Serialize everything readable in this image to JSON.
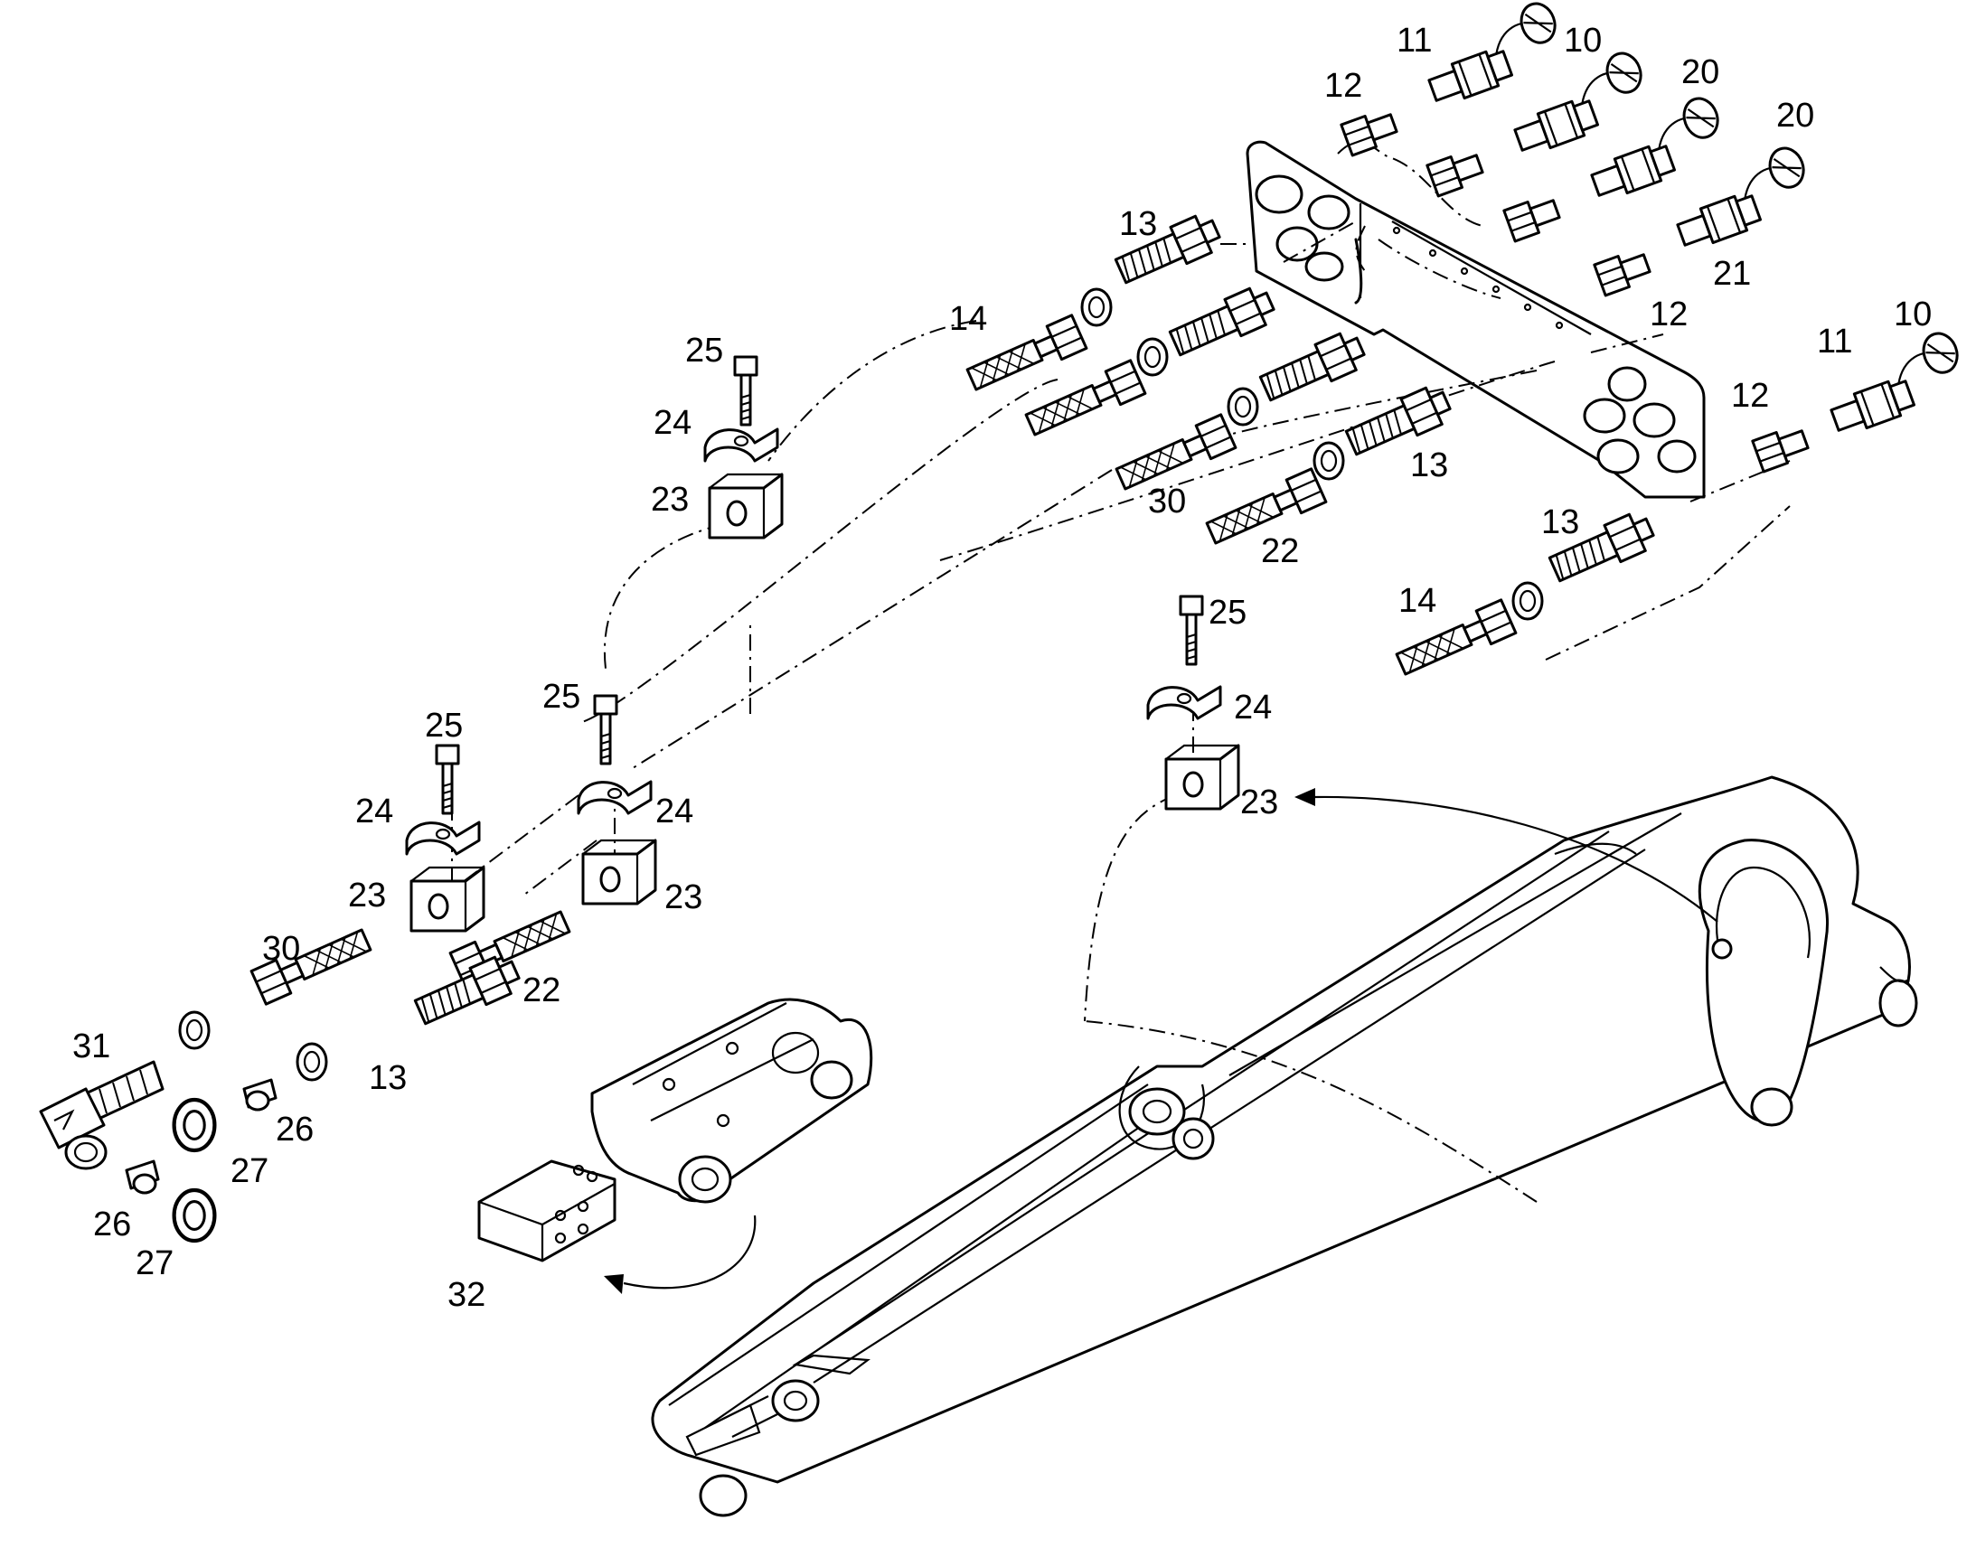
{
  "colors": {
    "line": "#000000",
    "background": "#ffffff"
  },
  "labels": {
    "l10a": "10",
    "l11a": "11",
    "l12a": "12",
    "l20a": "20",
    "l20b": "20",
    "l21": "21",
    "l12b": "12",
    "l10b": "10",
    "l11b": "11",
    "l12c": "12",
    "l13a": "13",
    "l14a": "14",
    "l30a": "30",
    "l13b": "13",
    "l22a": "22",
    "l13c": "13",
    "l14b": "14",
    "l25a": "25",
    "l24a": "24",
    "l23a": "23",
    "l25b": "25",
    "l24b": "24",
    "l23b": "23",
    "l25c": "25",
    "l24c": "24",
    "l23c": "23",
    "l25d": "25",
    "l24d": "24",
    "l23d": "23",
    "l30b": "30",
    "l22b": "22",
    "l13d": "13",
    "l31": "31",
    "l26a": "26",
    "l27a": "27",
    "l26b": "26",
    "l27b": "27",
    "l32": "32"
  }
}
